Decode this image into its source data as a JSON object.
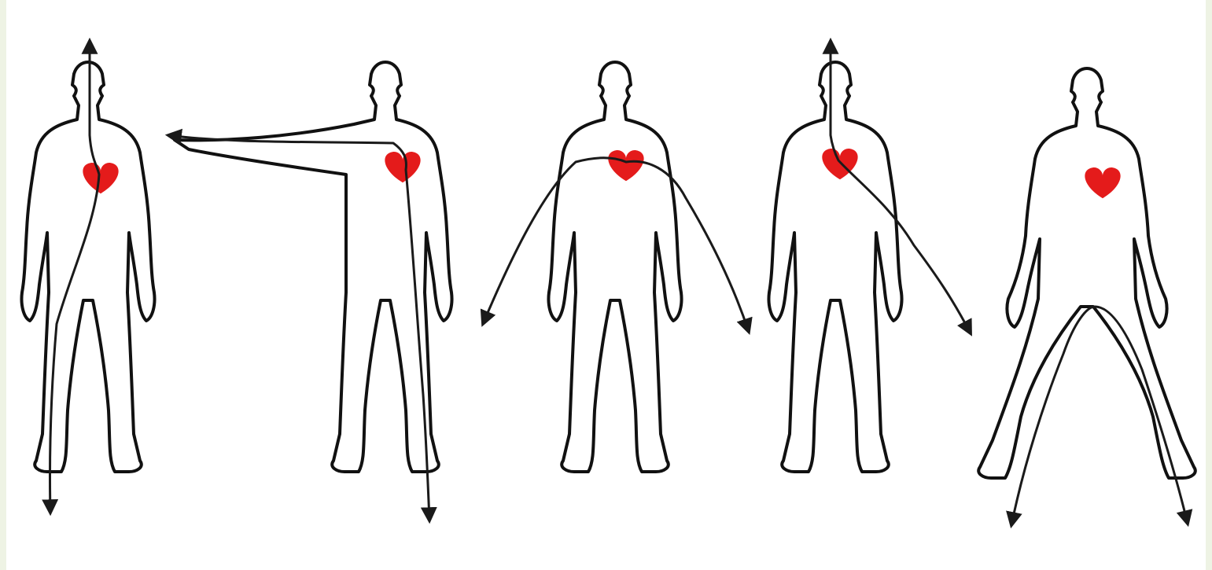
{
  "diagram": {
    "kind": "electric-current-paths-through-human-body",
    "figure_count": 5,
    "heart_color": "#e41b1b",
    "outline_color": "#111111",
    "edge_tint": "#eef3e4",
    "figures": [
      {
        "pose": "standing",
        "current_path": "head-to-foot"
      },
      {
        "pose": "arm-extended",
        "current_path": "hand-to-foot"
      },
      {
        "pose": "standing",
        "current_path": "hand-to-hand"
      },
      {
        "pose": "standing",
        "current_path": "head-to-hand"
      },
      {
        "pose": "standing",
        "current_path": "foot-to-foot"
      }
    ]
  }
}
